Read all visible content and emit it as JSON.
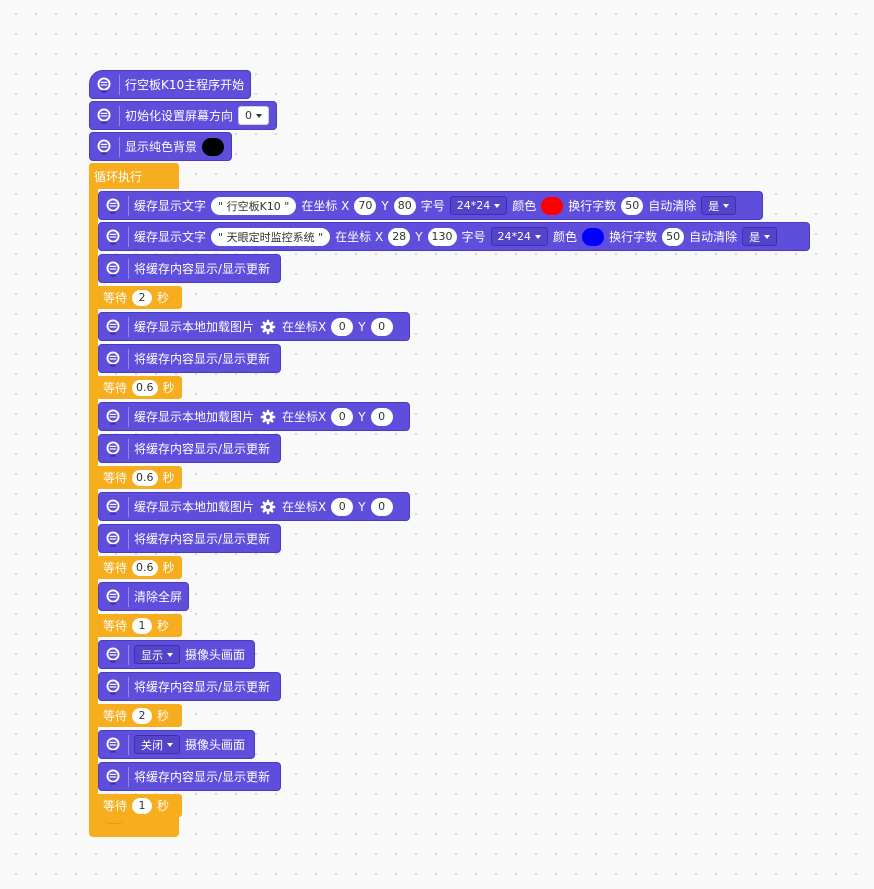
{
  "colors": {
    "block": "#5f4ddc",
    "loop": "#f6ad1e"
  },
  "setup": {
    "start_label": "行空板K10主程序开始",
    "init_label": "初始化设置屏幕方向",
    "init_value": "0",
    "bg_label": "显示纯色背景",
    "bg_color": "#000000"
  },
  "loop_label": "循环执行",
  "text_blocks": [
    {
      "label": "缓存显示文字",
      "text": "\" 行空板K10 \"",
      "coord": "在坐标 X",
      "x": "70",
      "y_lbl": "Y",
      "y": "80",
      "size_lbl": "字号",
      "size": "24*24",
      "color_lbl": "颜色",
      "color": "#ff0000",
      "wrap_lbl": "换行字数",
      "wrap": "50",
      "clear_lbl": "自动清除",
      "clear": "是"
    },
    {
      "label": "缓存显示文字",
      "text": "\" 天眼定时监控系统 \"",
      "coord": "在坐标 X",
      "x": "28",
      "y_lbl": "Y",
      "y": "130",
      "size_lbl": "字号",
      "size": "24*24",
      "color_lbl": "颜色",
      "color": "#0000ff",
      "wrap_lbl": "换行字数",
      "wrap": "50",
      "clear_lbl": "自动清除",
      "clear": "是"
    }
  ],
  "update_label": "将缓存内容显示/显示更新",
  "wait_label": "等待",
  "sec_label": "秒",
  "waits": [
    "2",
    "0.6",
    "0.6",
    "0.6",
    "1",
    "2",
    "1"
  ],
  "image_block": {
    "label": "缓存显示本地加载图片",
    "icon": "gear-icon",
    "coord": "在坐标X",
    "x": "0",
    "y_lbl": "Y",
    "y": "0"
  },
  "clear_label": "清除全屏",
  "camera_blocks": [
    {
      "mode": "显示",
      "label": "摄像头画面"
    },
    {
      "mode": "关闭",
      "label": "摄像头画面"
    }
  ]
}
